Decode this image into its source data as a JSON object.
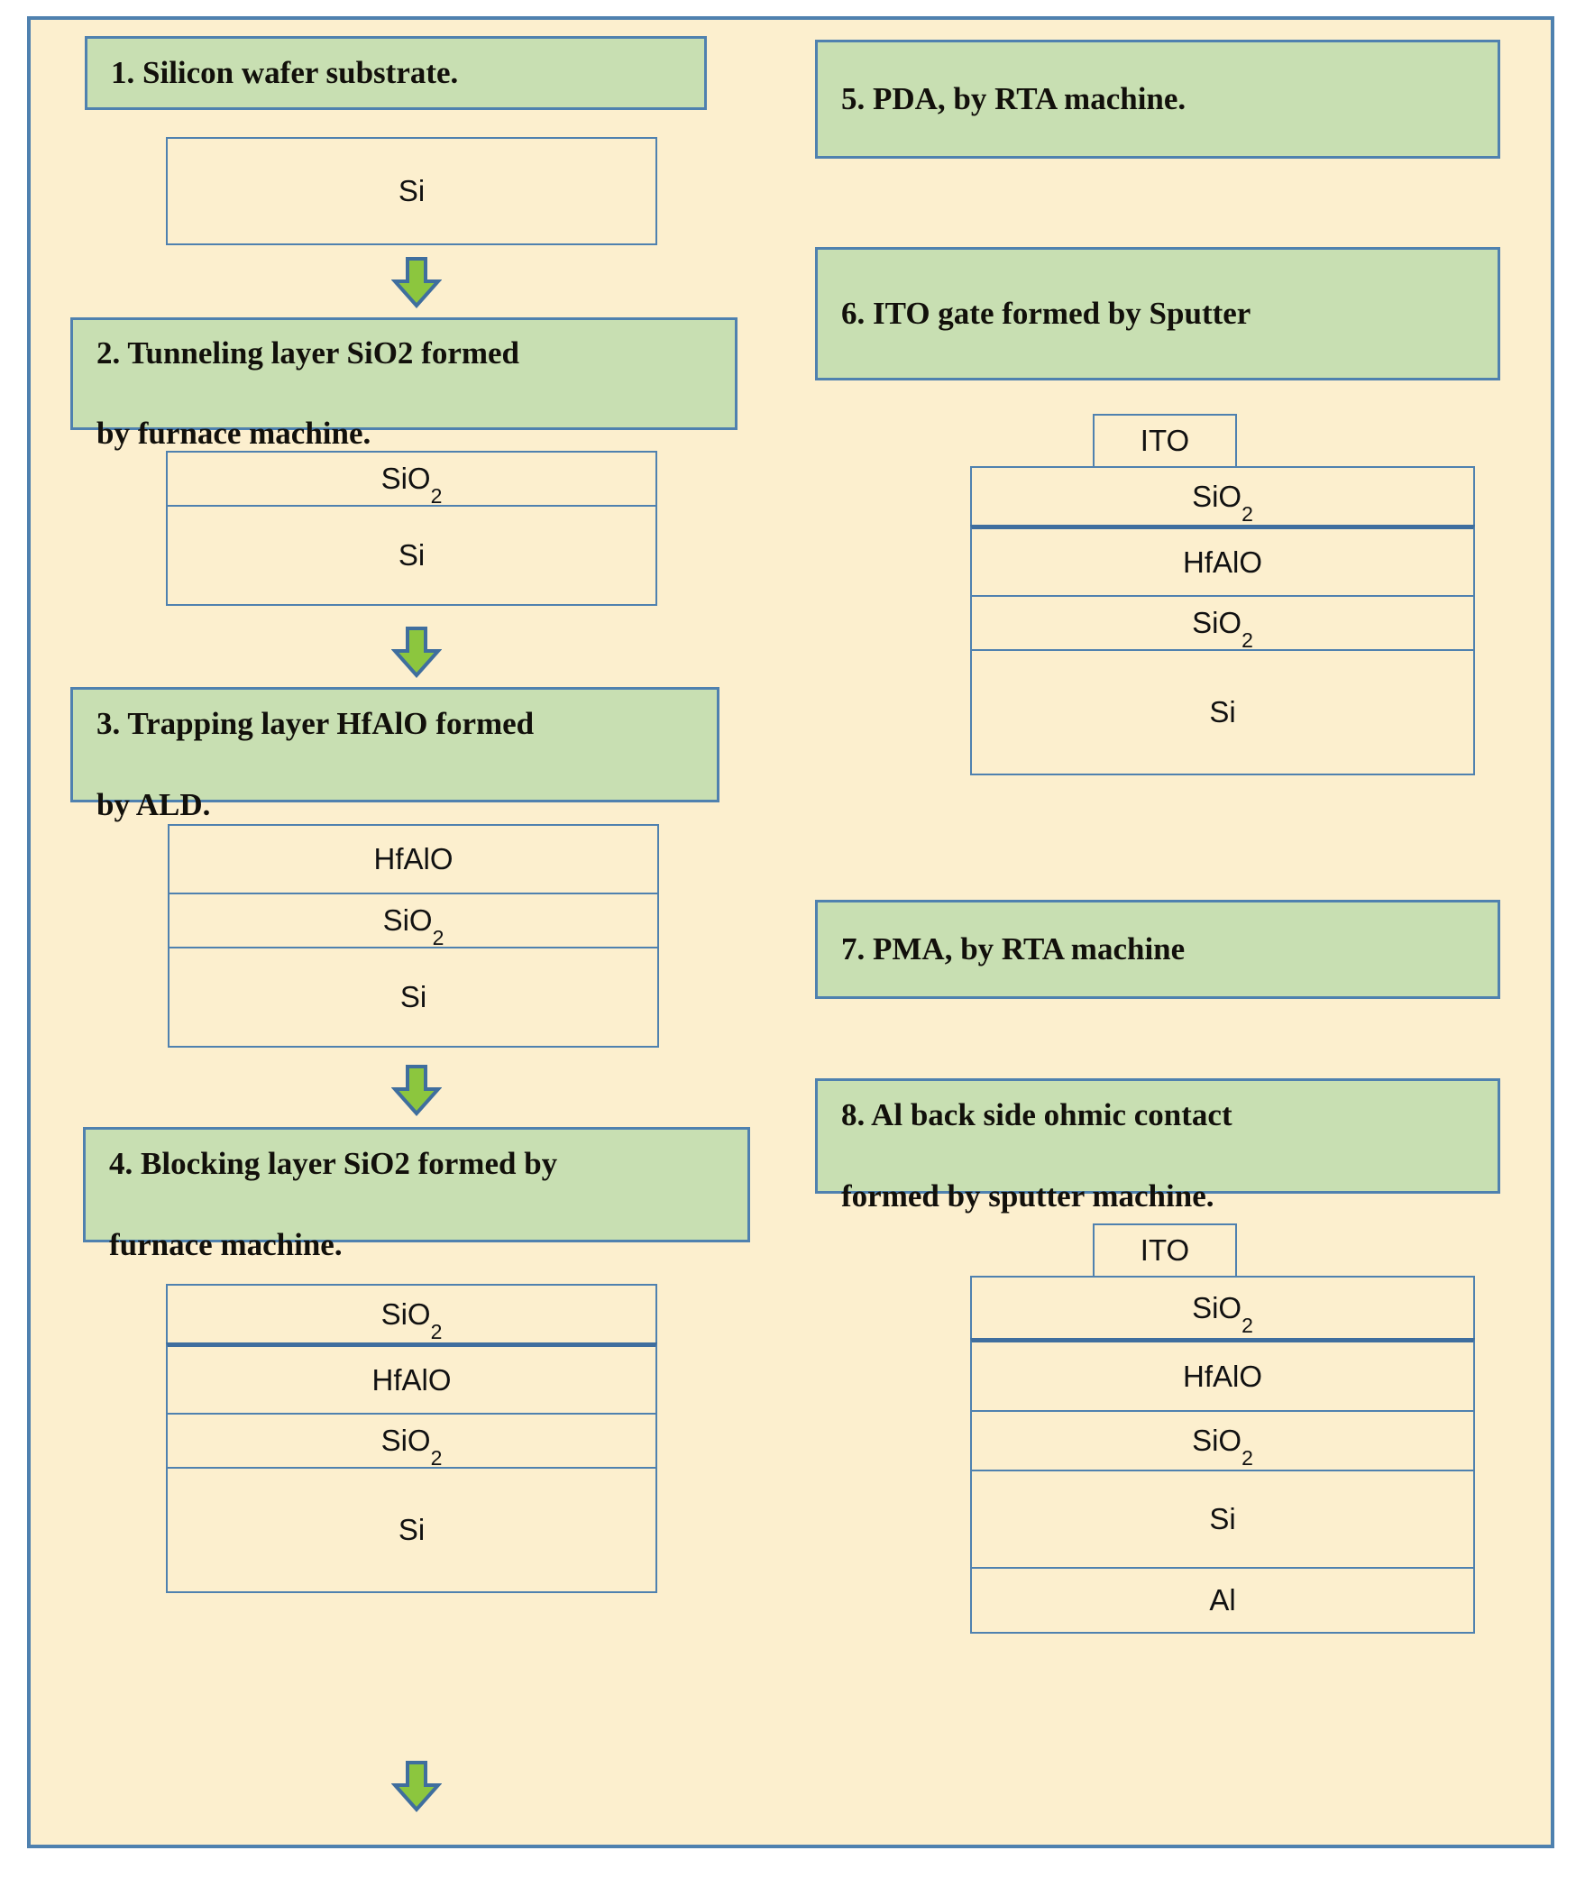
{
  "diagram": {
    "title": "Charge-trapping memory fabrication process flow",
    "colors": {
      "canvas_background": "#FCEFCE",
      "frame_border": "#4F81AF",
      "step_box_fill": "#C8DFB2",
      "step_box_border": "#4F81AF",
      "layer_box_fill": "#FCEFCE",
      "layer_box_border": "#4F81AF",
      "arrow_fill": "#8CC63E",
      "arrow_outline": "#3F6E9E",
      "text": "#12100B"
    }
  },
  "left_column": {
    "steps": [
      {
        "id": "step-1",
        "label": "1. Silicon wafer substrate."
      },
      {
        "id": "step-2",
        "label": "2. Tunneling layer SiO2 formed\nby furnace machine.",
        "line1_pre": "2. Tunneling layer SiO",
        "line1_sub": "2",
        "line1_post": " formed",
        "line2": "by furnace machine."
      },
      {
        "id": "step-3",
        "label": "3. Trapping layer HfAlO formed\nby ALD.",
        "line1": "3. Trapping layer HfAlO formed",
        "line2": "by ALD."
      },
      {
        "id": "step-4",
        "label": "4. Blocking layer  SiO2 formed by\nfurnace machine.",
        "line1_pre": "4. Blocking layer  SiO",
        "line1_sub": "2",
        "line1_post": " formed by",
        "line2": "furnace machine."
      }
    ],
    "stacks": [
      {
        "id": "stack-1",
        "layers": [
          {
            "name": "Si",
            "sub": ""
          }
        ]
      },
      {
        "id": "stack-2",
        "layers": [
          {
            "name": "SiO",
            "sub": "2"
          },
          {
            "name": "Si",
            "sub": ""
          }
        ]
      },
      {
        "id": "stack-3",
        "layers": [
          {
            "name": "HfAlO",
            "sub": ""
          },
          {
            "name": "SiO",
            "sub": "2"
          },
          {
            "name": "Si",
            "sub": ""
          }
        ]
      },
      {
        "id": "stack-4",
        "layers": [
          {
            "name": "SiO",
            "sub": "2"
          },
          {
            "name": "HfAlO",
            "sub": ""
          },
          {
            "name": "SiO",
            "sub": "2"
          },
          {
            "name": "Si",
            "sub": ""
          }
        ]
      }
    ],
    "arrow_count": 4
  },
  "right_column": {
    "steps": [
      {
        "id": "step-5",
        "label": "5. PDA, by RTA machine."
      },
      {
        "id": "step-6",
        "label": "6. ITO gate  formed by Sputter"
      },
      {
        "id": "step-7",
        "label": "7. PMA, by RTA machine"
      },
      {
        "id": "step-8",
        "label": "8. Al back side ohmic contact\nformed by sputter machine.",
        "line1": "8. Al back side ohmic contact",
        "line2": "formed by sputter machine."
      }
    ],
    "stacks": [
      {
        "id": "stack-6",
        "cap": "ITO",
        "layers": [
          {
            "name": "SiO",
            "sub": "2"
          },
          {
            "name": "HfAlO",
            "sub": ""
          },
          {
            "name": "SiO",
            "sub": "2"
          },
          {
            "name": "Si",
            "sub": ""
          }
        ]
      },
      {
        "id": "stack-8",
        "cap": "ITO",
        "layers": [
          {
            "name": "SiO",
            "sub": "2"
          },
          {
            "name": "HfAlO",
            "sub": ""
          },
          {
            "name": "SiO",
            "sub": "2"
          },
          {
            "name": "Si",
            "sub": ""
          },
          {
            "name": "Al",
            "sub": ""
          }
        ]
      }
    ],
    "arrow_count": 3
  },
  "labels": {
    "si": "Si",
    "sio2": "SiO",
    "sio2_sub": "2",
    "hfalo": "HfAlO",
    "ito": "ITO",
    "al": "Al"
  }
}
